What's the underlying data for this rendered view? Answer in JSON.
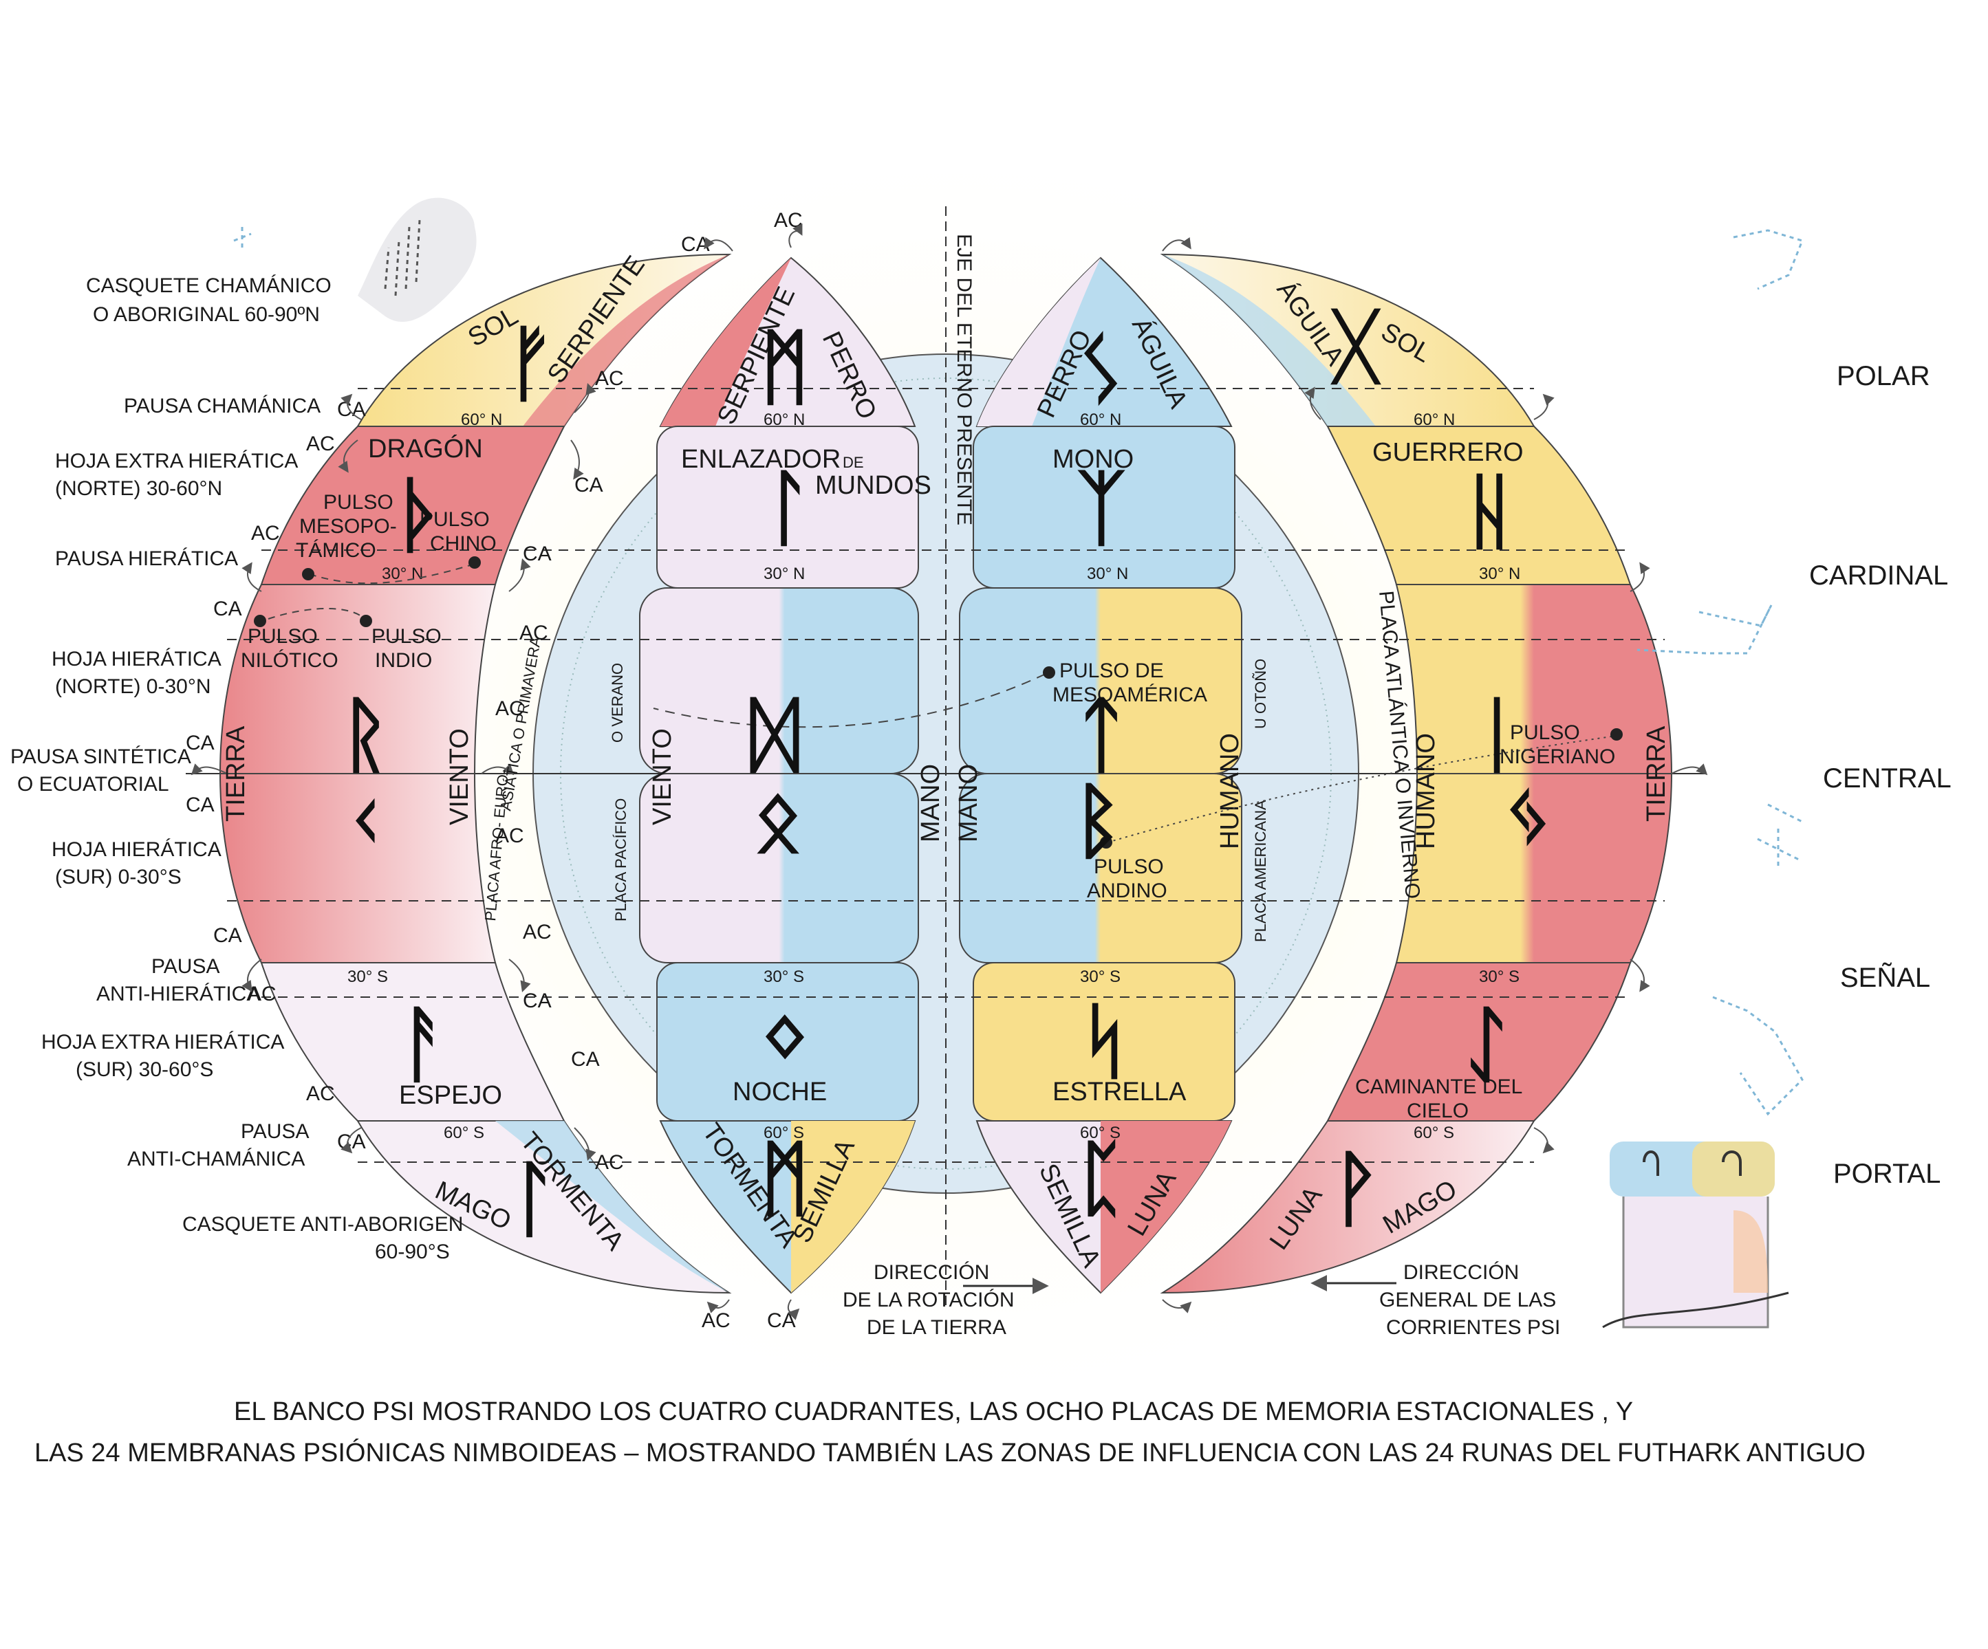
{
  "caption": {
    "line1": "EL BANCO PSI  MOSTRANDO LOS CUATRO CUADRANTES, LAS OCHO PLACAS DE MEMORIA ESTACIONALES , Y",
    "line2": "LAS 24 MEMBRANAS PSIÓNICAS NIMBOIDEAS – MOSTRANDO TAMBIÉN LAS ZONAS DE INFLUENCIA CON LAS 24 RUNAS DEL FUTHARK ANTIGUO"
  },
  "left_labels": {
    "cap_north_1": "CASQUETE CHAMÁNICO",
    "cap_north_2": "O ABORIGINAL 60-90ºN",
    "pause_shamanic": "PAUSA CHAMÁNICA",
    "extra_hieratic_n_1": "HOJA EXTRA HIERÁTICA",
    "extra_hieratic_n_2": "(NORTE) 30-60°N",
    "pause_hieratic": "PAUSA HIERÁTICA",
    "hieratic_n_1": "HOJA HIERÁTICA",
    "hieratic_n_2": "(NORTE) 0-30°N",
    "pause_synthetic_1": "PAUSA SINTÉTICA",
    "pause_synthetic_2": "O ECUATORIAL",
    "hieratic_s_1": "HOJA HIERÁTICA",
    "hieratic_s_2": "(SUR) 0-30°S",
    "pause_anti_hieratic_1": "PAUSA",
    "pause_anti_hieratic_2": "ANTI-HIERÁTICA",
    "extra_hieratic_s_1": "HOJA EXTRA HIERÁTICA",
    "extra_hieratic_s_2": "(SUR) 30-60°S",
    "pause_anti_shamanic_1": "PAUSA",
    "pause_anti_shamanic_2": "ANTI-CHAMÁNICA",
    "cap_south_1": "CASQUETE ANTI-ABORIGEN",
    "cap_south_2": "60-90°S"
  },
  "right_labels": {
    "polar": "POLAR",
    "cardinal": "CARDINAL",
    "central": "CENTRAL",
    "signal": "SEÑAL",
    "portal": "PORTAL"
  },
  "axis_label": "EJE DEL ETERNO PRESENTE",
  "flow": {
    "ac": "AC",
    "ca": "CA"
  },
  "latitudes": {
    "n60": "60° N",
    "n30": "30° N",
    "s30": "30° S",
    "s60": "60° S"
  },
  "left_outer": {
    "sol": "SOL",
    "serpiente": "SERPIENTE",
    "dragon": "DRAGÓN",
    "tierra": "TIERRA",
    "viento": "VIENTO",
    "espejo": "ESPEJO",
    "mago": "MAGO",
    "tormenta": "TORMENTA",
    "plate_1": "ASIÁTICA O PRIMAVERA",
    "plate_2": "PLACA AFRO- EURO-",
    "pulse_meso_1": "PULSO",
    "pulse_meso_2": "MESOPO-",
    "pulse_meso_3": "TÁMICO",
    "pulse_china_1": "PULSO",
    "pulse_china_2": "CHINO",
    "pulse_nile_1": "PULSO",
    "pulse_nile_2": "NILÓTICO",
    "pulse_india_1": "PULSO",
    "pulse_india_2": "INDIO"
  },
  "left_inner": {
    "serpiente": "SERPIENTE",
    "perro": "PERRO",
    "enlazador_1": "ENLAZADOR",
    "enlazador_de": "DE",
    "enlazador_2": "MUNDOS",
    "viento": "VIENTO",
    "mano": "MANO",
    "noche": "NOCHE",
    "tormenta": "TORMENTA",
    "semilla": "SEMILLA",
    "plate_pacific": "PLACA PACÍFICO",
    "summer": "O VERANO"
  },
  "right_inner": {
    "perro": "PERRO",
    "aguila": "ÁGUILA",
    "mono": "MONO",
    "mano": "MANO",
    "humano": "HUMANO",
    "estrella": "ESTRELLA",
    "semilla": "SEMILLA",
    "luna": "LUNA",
    "pulse_meso_1": "PULSO DE",
    "pulse_meso_2": "MESOAMÉRICA",
    "pulse_andes_1": "PULSO",
    "pulse_andes_2": "ANDINO",
    "plate_american": "PLACA AMERICANA",
    "autumn": "U OTOÑO"
  },
  "right_outer": {
    "aguila": "ÁGUILA",
    "sol": "SOL",
    "guerrero": "GUERRERO",
    "humano": "HUMANO",
    "tierra": "TIERRA",
    "caminante_1": "CAMINANTE  DEL",
    "caminante_2": "CIELO",
    "luna": "LUNA",
    "mago": "MAGO",
    "plate_atlantic": "PLACA ATLÁNTICA O  INVIERNO",
    "pulse_nigeria_1": "PULSO",
    "pulse_nigeria_2": "NIGERIANO"
  },
  "runes": {
    "l_outer_top": "ᚠ",
    "l_outer_dragon": "ᚦ",
    "l_outer_r": "ᚱ",
    "l_outer_k": "ᚲ",
    "l_outer_espejo": "ᚨ",
    "l_outer_mago": "ᛚ",
    "l_inner_top": "ᛗ",
    "l_inner_enlazador": "ᛚ",
    "l_inner_d": "ᛞ",
    "l_inner_o": "ᛟ",
    "l_inner_noche": "ᛜ",
    "l_inner_bottom": "ᛗ",
    "r_inner_top": "ᛊ",
    "r_inner_mono": "ᛉ",
    "r_inner_t": "ᛏ",
    "r_inner_b": "ᛒ",
    "r_inner_estrella": "ᛋ",
    "r_inner_bottom": "ᛈ",
    "r_outer_top": "ᚷ",
    "r_outer_guerrero": "ᚺ",
    "r_outer_i": "ᛁ",
    "r_outer_j": "ᛃ",
    "r_outer_caminante": "ᛇ",
    "r_outer_bottom": "ᚹ"
  },
  "bottom": {
    "rotation_1": "DIRECCIÓN",
    "rotation_2": "DE LA ROTACIÓN",
    "rotation_3": "DE LA TIERRA",
    "currents_1": "DIRECCIÓN",
    "currents_2": "GENERAL DE LAS",
    "currents_3": "CORRIENTES PSI"
  },
  "colors": {
    "red": "#e9868a",
    "yellow": "#f8df8c",
    "blue": "#b9dcef",
    "lavender": "#f1e7f3",
    "globe": "#dbe9f3"
  }
}
